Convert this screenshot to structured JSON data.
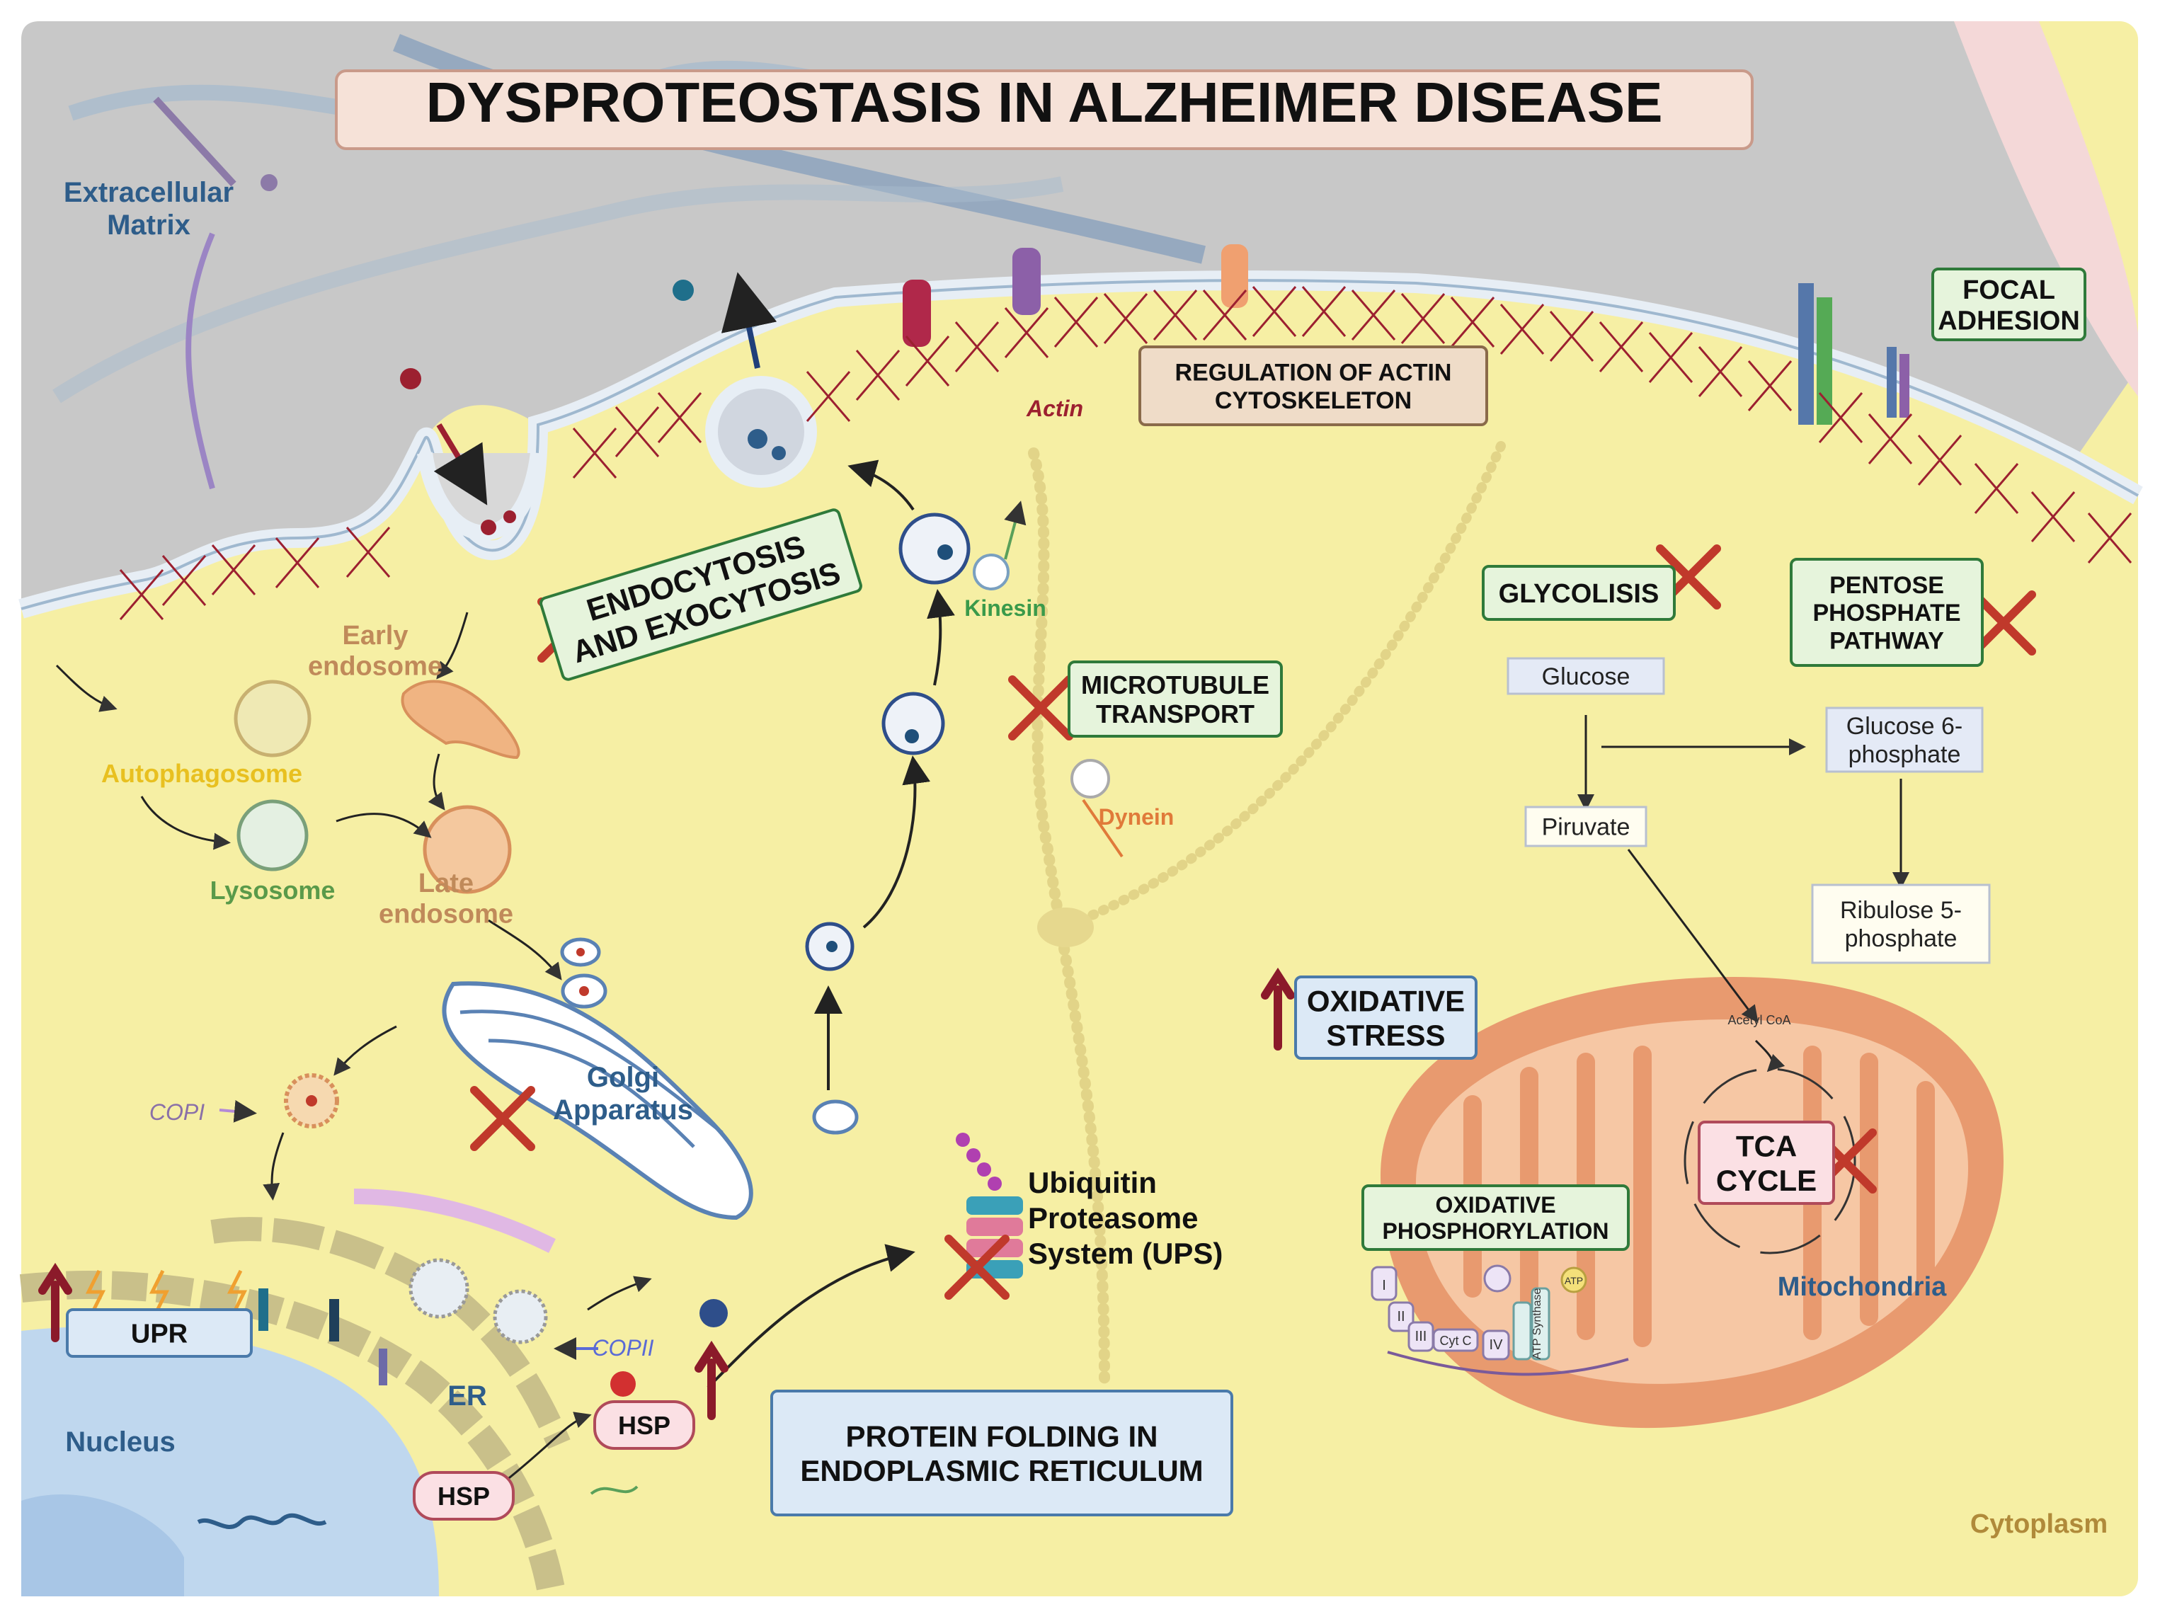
{
  "title": "DYSPROTEOSTASIS IN ALZHEIMER DISEASE",
  "colors": {
    "cytoplasm": "#f6efa4",
    "extracellular": "#c8c8c8",
    "membrane": "#e7eef5",
    "actin": "#9c2030",
    "cross": "#c0392b",
    "mito_outer": "#e89a6f",
    "mito_inner": "#f6c7a4",
    "nucleus": "#bfd7ee",
    "box_green": "#e6f4dc",
    "box_tan": "#efdcc8",
    "box_blue": "#dce9f6",
    "box_pink": "#fbe0e4",
    "label_blue": "#2e5d8a"
  },
  "labels": {
    "extracellular": "Extracellular Matrix",
    "early_endosome": "Early endosome",
    "autophagosome": "Autophagosome",
    "lysosome": "Lysosome",
    "late_endosome": "Late endosome",
    "golgi": "Golgi Apparatus",
    "copi": "COPI",
    "copii": "COPII",
    "er": "ER",
    "nucleus": "Nucleus",
    "hsp": "HSP",
    "kinesin": "Kinesin",
    "dynein": "Dynein",
    "actin": "Actin",
    "ups": "Ubiquitin Proteasome System (UPS)",
    "mitochondria": "Mitochondria",
    "cytoplasm": "Cytoplasm",
    "acetyl_coa": "Acetyl CoA",
    "atp": "ATP",
    "cyt_c": "Cyt C",
    "atp_synthase": "ATP Synthase",
    "complexes": [
      "I",
      "II",
      "III",
      "IV"
    ]
  },
  "boxes": {
    "endo_exo": "ENDOCYTOSIS AND EXOCYTOSIS",
    "actin_reg": "REGULATION OF ACTIN CYTOSKELETON",
    "focal": "FOCAL ADHESION",
    "microtubule": "MICROTUBULE TRANSPORT",
    "glycolisis": "GLYCOLISIS",
    "pentose": "PENTOSE PHOSPHATE PATHWAY",
    "oxidative_stress": "OXIDATIVE STRESS",
    "tca": "TCA CYCLE",
    "oxphos": "OXIDATIVE PHOSPHORYLATION",
    "upr": "UPR",
    "protein_folding": "PROTEIN FOLDING IN ENDOPLASMIC RETICULUM"
  },
  "metabolites": {
    "glucose": "Glucose",
    "g6p": "Glucose 6-phosphate",
    "piruvate": "Piruvate",
    "r5p": "Ribulose 5-phosphate"
  }
}
